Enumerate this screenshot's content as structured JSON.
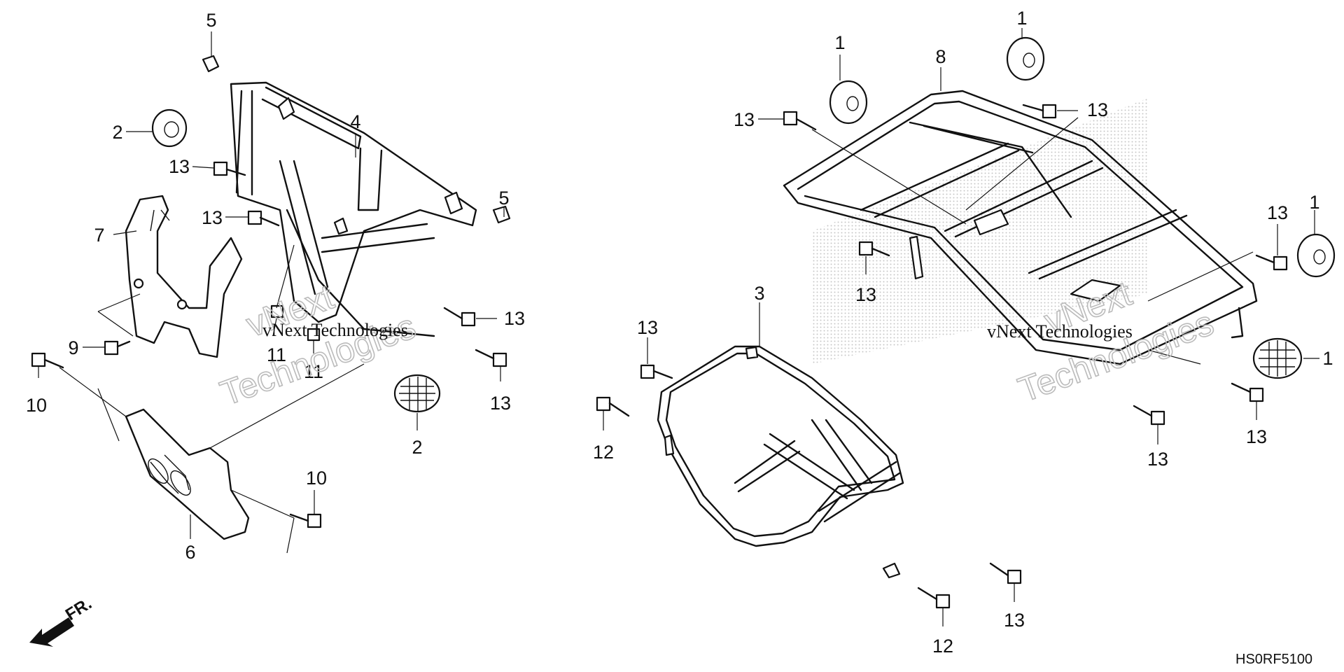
{
  "diagram": {
    "callouts": [
      {
        "id": "c5a",
        "label": "5"
      },
      {
        "id": "c2a",
        "label": "2"
      },
      {
        "id": "c13a",
        "label": "13"
      },
      {
        "id": "c4",
        "label": "4"
      },
      {
        "id": "c13b",
        "label": "13"
      },
      {
        "id": "c7",
        "label": "7"
      },
      {
        "id": "c5b",
        "label": "5"
      },
      {
        "id": "c9",
        "label": "9"
      },
      {
        "id": "c11a",
        "label": "11"
      },
      {
        "id": "c11b",
        "label": "11"
      },
      {
        "id": "c13c",
        "label": "13"
      },
      {
        "id": "c13d",
        "label": "13"
      },
      {
        "id": "c10a",
        "label": "10"
      },
      {
        "id": "c2b",
        "label": "2"
      },
      {
        "id": "c10b",
        "label": "10"
      },
      {
        "id": "c6",
        "label": "6"
      },
      {
        "id": "c1a",
        "label": "1"
      },
      {
        "id": "c1b",
        "label": "1"
      },
      {
        "id": "c8",
        "label": "8"
      },
      {
        "id": "c13e",
        "label": "13"
      },
      {
        "id": "c13f",
        "label": "13"
      },
      {
        "id": "c13g",
        "label": "13"
      },
      {
        "id": "c1c",
        "label": "1"
      },
      {
        "id": "c13h",
        "label": "13"
      },
      {
        "id": "c3",
        "label": "3"
      },
      {
        "id": "c13i",
        "label": "13"
      },
      {
        "id": "c1d",
        "label": "1"
      },
      {
        "id": "c12a",
        "label": "12"
      },
      {
        "id": "c13j",
        "label": "13"
      },
      {
        "id": "c13k",
        "label": "13"
      },
      {
        "id": "c13l",
        "label": "13"
      },
      {
        "id": "c12b",
        "label": "12"
      }
    ],
    "watermark_line1": "vNext",
    "watermark_line2": "Technologies",
    "watermark_inline": "vNext Technologies",
    "front_label": "FR.",
    "diagram_code": "HS0RF5100"
  }
}
